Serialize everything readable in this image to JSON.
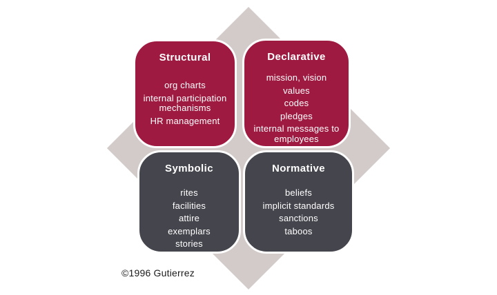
{
  "colors": {
    "quadrant_maroon": "#9e1a41",
    "quadrant_dark_gray": "#45454d",
    "diamond_background": "#d2cbca",
    "card_text": "#ffffff",
    "copyright_text": "#1a1a1a"
  },
  "quadrants": [
    {
      "title": "Structural",
      "color": "#9e1a41",
      "items": [
        "org charts",
        "internal participation mechanisms",
        "HR management"
      ]
    },
    {
      "title": "Declarative",
      "color": "#9e1a41",
      "items": [
        "mission, vision",
        "values",
        "codes",
        "pledges",
        "internal messages to employees"
      ]
    },
    {
      "title": "Symbolic",
      "color": "#45454d",
      "items": [
        "rites",
        "facilities",
        "attire",
        "exemplars",
        "stories"
      ]
    },
    {
      "title": "Normative",
      "color": "#45454d",
      "items": [
        "beliefs",
        "implicit standards",
        "sanctions",
        "taboos"
      ]
    }
  ],
  "copyright": "©1996 Gutierrez"
}
